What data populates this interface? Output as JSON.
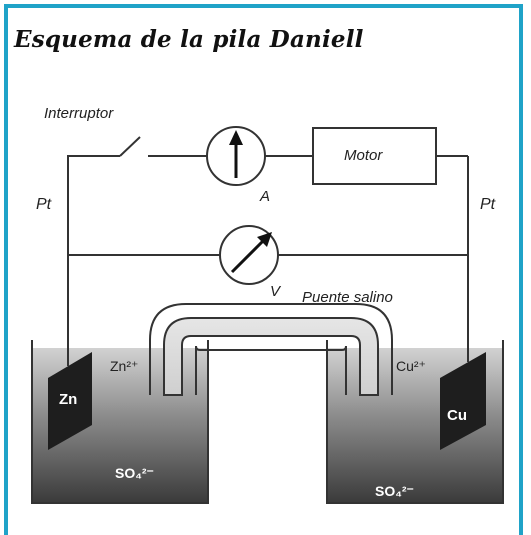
{
  "title": "Esquema de la pila Daniell",
  "labels": {
    "switch": "Interruptor",
    "motor": "Motor",
    "ammeter": "A",
    "voltmeter": "V",
    "pt_left": "Pt",
    "pt_right": "Pt",
    "salt_bridge": "Puente salino",
    "zn_electrode": "Zn",
    "cu_electrode": "Cu",
    "zn_ion": "Zn²⁺",
    "cu_ion": "Cu²⁺",
    "sulfate_left": "SO₄²⁻",
    "sulfate_right": "SO₄²⁻"
  },
  "colors": {
    "frame": "#1fa3c8",
    "liquid_top": "#c9c9c9",
    "liquid_bottom": "#3d3d3d",
    "electrode": "#1e1e1e"
  }
}
